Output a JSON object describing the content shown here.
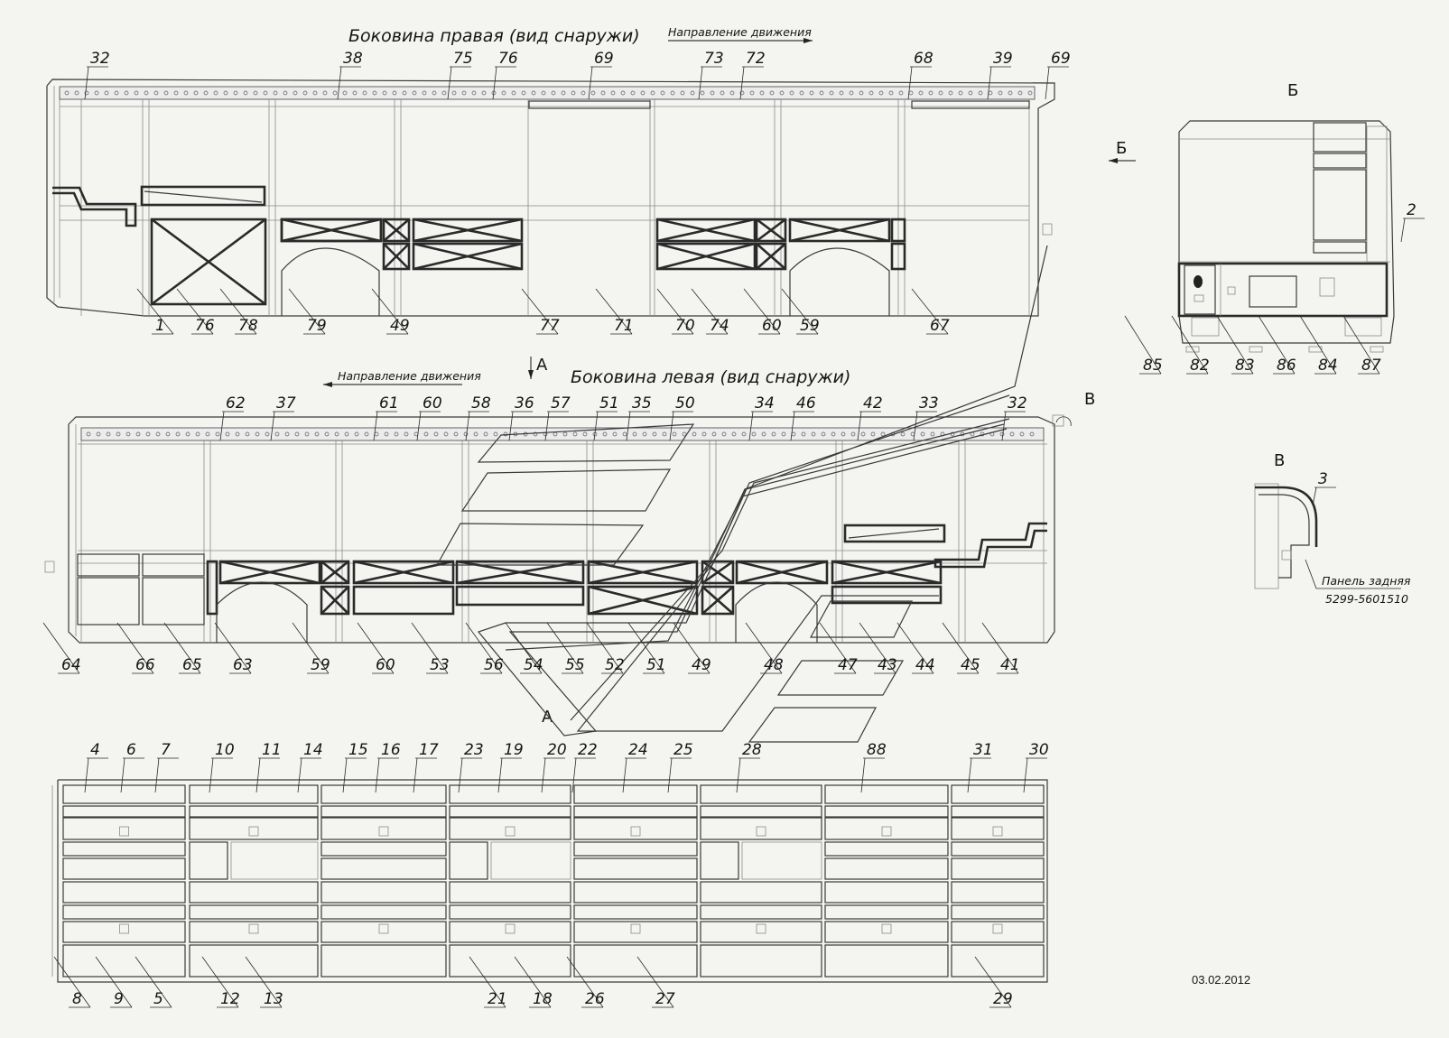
{
  "titles": {
    "right_side": "Боковина правая (вид снаружи)",
    "left_side": "Боковина левая (вид снаружи)",
    "direction_right": "Направление движения",
    "direction_left": "Направление движения"
  },
  "view_marks": {
    "A_top": "А",
    "A_bottom": "А",
    "B_view": "Б",
    "B_arrow": "Б",
    "V_mark": "В",
    "V_view": "В"
  },
  "note": {
    "line1": "Панель задняя",
    "line2": "5299-5601510"
  },
  "date": "03.02.2012",
  "labels": {
    "right_top": [
      "32",
      "38",
      "75",
      "76",
      "69",
      "73",
      "72",
      "68",
      "39",
      "69"
    ],
    "right_bottom": [
      "1",
      "76",
      "78",
      "79",
      "49",
      "77",
      "71",
      "70",
      "74",
      "60",
      "59",
      "67"
    ],
    "left_top": [
      "62",
      "37",
      "61",
      "60",
      "58",
      "36",
      "57",
      "51",
      "35",
      "50",
      "34",
      "46",
      "42",
      "33",
      "32"
    ],
    "left_bottom": [
      "64",
      "66",
      "65",
      "63",
      "59",
      "60",
      "53",
      "56",
      "54",
      "55",
      "52",
      "51",
      "49",
      "48",
      "47",
      "43",
      "44",
      "45",
      "41"
    ],
    "floor_top": [
      "4",
      "6",
      "7",
      "10",
      "11",
      "14",
      "15",
      "16",
      "17",
      "23",
      "19",
      "20",
      "22",
      "24",
      "25",
      "28",
      "88",
      "31",
      "30"
    ],
    "floor_bottom": [
      "8",
      "9",
      "5",
      "12",
      "13",
      "21",
      "18",
      "26",
      "27",
      "29"
    ],
    "rear_top": [
      "2"
    ],
    "rear_bottom": [
      "85",
      "82",
      "83",
      "86",
      "84",
      "87"
    ],
    "profile": [
      "3"
    ]
  }
}
